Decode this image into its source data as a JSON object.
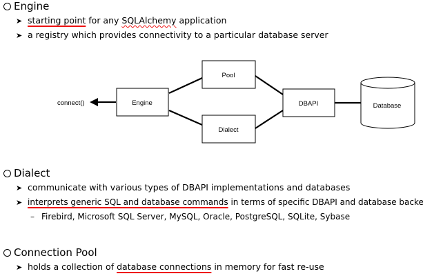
{
  "engine": {
    "heading": "Engine",
    "bullet1": {
      "underlined": "starting point",
      "middle": " for any ",
      "wavy": "SQLAlchemy",
      "tail": " application"
    },
    "bullet2": "a registry which provides connectivity to a particular database server"
  },
  "diagram": {
    "connect_label": "connect()",
    "engine_label": "Engine",
    "pool_label": "Pool",
    "dialect_label": "Dialect",
    "dbapi_label": "DBAPI",
    "database_label": "Database"
  },
  "dialect": {
    "heading": "Dialect",
    "bullet1": "communicate with various types of DBAPI implementations and databases",
    "bullet2": {
      "underlined": "interprets generic SQL and database commands",
      "tail": " in terms of specific DBAPI and database backend"
    },
    "sub": "Firebird, Microsoft SQL Server, MySQL, Oracle, PostgreSQL, SQLite, Sybase"
  },
  "pool": {
    "heading": "Connection Pool",
    "bullet1": {
      "head": "holds a collection of ",
      "underlined": "database connections",
      "tail": " in memory for fast re-use"
    }
  }
}
